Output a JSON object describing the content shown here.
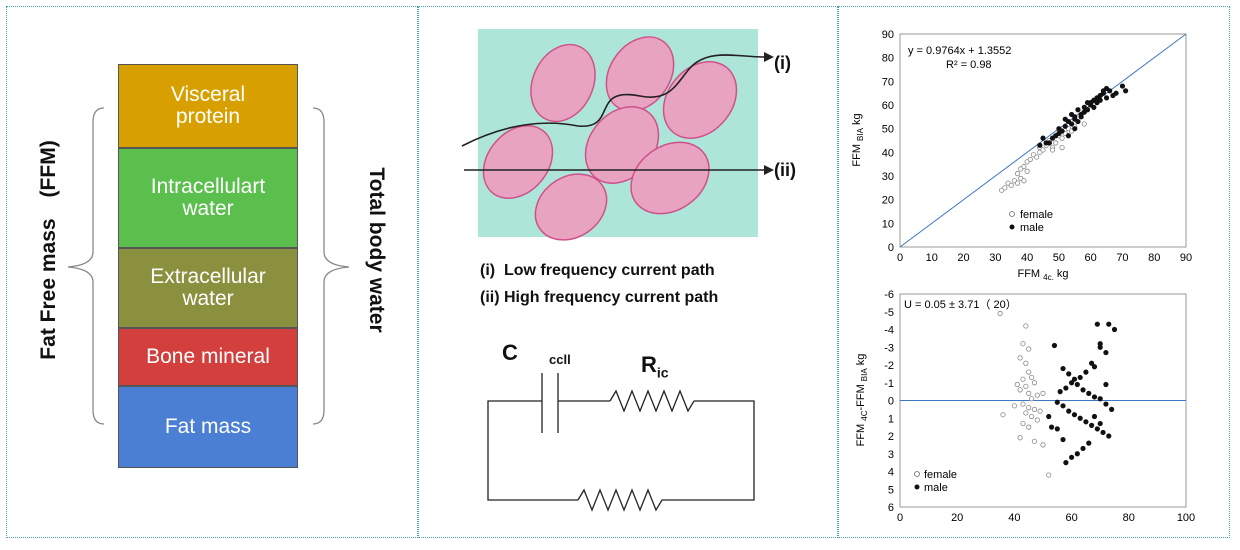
{
  "composition": {
    "ffm_label": "Fat Free mass　(FFM)",
    "tbw_label": "Total body water",
    "blocks": [
      {
        "line1": "Visceral",
        "line2": "protein",
        "color": "#d7a000"
      },
      {
        "line1": "Intracellulart",
        "line2": "water",
        "color": "#5bbf4e"
      },
      {
        "line1": "Extracellular",
        "line2": "water",
        "color": "#8b903e"
      },
      {
        "line1": "Bone mineral",
        "line2": "",
        "color": "#d23f3c"
      },
      {
        "line1": "Fat mass",
        "line2": "",
        "color": "#4a7fd4"
      }
    ]
  },
  "cells": {
    "path1_label": "(i)",
    "path2_label": "(ii)",
    "legend1": "(i)  Low frequency current path",
    "legend2": "(ii) High frequency current path",
    "bg_color": "#ade6d8",
    "cell_color": "#e8a3c0",
    "cell_border": "#d0508c"
  },
  "circuit": {
    "c_label": "C",
    "ccll_label": "ccll",
    "r_label": "R",
    "r_sub": "ic"
  },
  "chart_data": [
    {
      "type": "scatter",
      "xlabel": "FFM",
      "xlabel_sub": "4c.",
      "xlabel_unit": "kg",
      "ylabel": "FFM",
      "ylabel_sub": "BIA",
      "ylabel_unit": "kg",
      "xlim": [
        0,
        90
      ],
      "ylim": [
        0,
        90
      ],
      "xticks": [
        0,
        10,
        20,
        30,
        40,
        50,
        60,
        70,
        80,
        90
      ],
      "yticks": [
        0,
        10,
        20,
        30,
        40,
        50,
        60,
        70,
        80,
        90
      ],
      "equation": "y = 0.9764x + 1.3552",
      "r2": "R² = 0.98",
      "legend_female": "female",
      "legend_male": "male",
      "series": [
        {
          "name": "female",
          "points": [
            [
              32,
              24
            ],
            [
              33,
              25
            ],
            [
              34,
              27
            ],
            [
              35,
              26
            ],
            [
              36,
              28
            ],
            [
              37,
              31
            ],
            [
              38,
              29
            ],
            [
              38,
              33
            ],
            [
              39,
              34
            ],
            [
              40,
              32
            ],
            [
              40,
              36
            ],
            [
              41,
              37
            ],
            [
              42,
              39
            ],
            [
              43,
              38
            ],
            [
              44,
              40
            ],
            [
              44,
              42
            ],
            [
              45,
              41
            ],
            [
              46,
              43
            ],
            [
              47,
              45
            ],
            [
              48,
              42
            ],
            [
              49,
              44
            ],
            [
              50,
              47
            ],
            [
              51,
              46
            ],
            [
              52,
              48
            ],
            [
              53,
              50
            ],
            [
              54,
              49
            ],
            [
              55,
              51
            ],
            [
              58,
              52
            ],
            [
              37,
              27
            ],
            [
              39,
              28
            ],
            [
              48,
              41
            ],
            [
              51,
              42
            ]
          ]
        },
        {
          "name": "male",
          "points": [
            [
              46,
              44
            ],
            [
              48,
              46
            ],
            [
              49,
              47
            ],
            [
              50,
              48
            ],
            [
              50,
              50
            ],
            [
              51,
              49
            ],
            [
              52,
              51
            ],
            [
              53,
              53
            ],
            [
              54,
              52
            ],
            [
              55,
              54
            ],
            [
              55,
              55
            ],
            [
              56,
              53
            ],
            [
              57,
              56
            ],
            [
              58,
              57
            ],
            [
              58,
              59
            ],
            [
              59,
              58
            ],
            [
              60,
              60
            ],
            [
              60,
              61
            ],
            [
              61,
              62
            ],
            [
              62,
              61
            ],
            [
              62,
              63
            ],
            [
              63,
              62
            ],
            [
              63,
              64
            ],
            [
              64,
              65
            ],
            [
              64,
              66
            ],
            [
              65,
              63
            ],
            [
              65,
              67
            ],
            [
              66,
              66
            ],
            [
              67,
              64
            ],
            [
              68,
              65
            ],
            [
              70,
              68
            ],
            [
              71,
              66
            ],
            [
              52,
              54
            ],
            [
              54,
              56
            ],
            [
              56,
              58
            ],
            [
              57,
              55
            ],
            [
              59,
              61
            ],
            [
              61,
              59
            ],
            [
              44,
              43
            ],
            [
              47,
              44
            ],
            [
              45,
              46
            ],
            [
              53,
              47
            ],
            [
              55,
              50
            ]
          ]
        }
      ]
    },
    {
      "type": "scatter",
      "annotation": "U = 0.05 ± 3.71（ 20）",
      "ylabel": "FFM",
      "ylabel_sub1": "4C",
      "ylabel_mid": "-FFM",
      "ylabel_sub2": "BIA",
      "ylabel_unit": "kg",
      "xlim": [
        0,
        100
      ],
      "ylim": [
        -6,
        6
      ],
      "y_inverted": true,
      "xticks": [
        0,
        20,
        40,
        60,
        80,
        100
      ],
      "yticks": [
        -6,
        -5,
        -4,
        -3,
        -2,
        -1,
        0,
        1,
        2,
        3,
        4,
        5,
        6
      ],
      "legend_female": "female",
      "legend_male": "male",
      "series": [
        {
          "name": "female",
          "points": [
            [
              35,
              -4.9
            ],
            [
              44,
              -4.2
            ],
            [
              43,
              -3.2
            ],
            [
              45,
              -2.9
            ],
            [
              42,
              -2.4
            ],
            [
              44,
              -2.1
            ],
            [
              45,
              -1.6
            ],
            [
              46,
              -1.3
            ],
            [
              43,
              -1.2
            ],
            [
              47,
              -1.0
            ],
            [
              44,
              -0.8
            ],
            [
              42,
              -0.6
            ],
            [
              45,
              -0.4
            ],
            [
              48,
              -0.3
            ],
            [
              46,
              -0.1
            ],
            [
              43,
              0.2
            ],
            [
              45,
              0.4
            ],
            [
              47,
              0.5
            ],
            [
              44,
              0.7
            ],
            [
              46,
              0.9
            ],
            [
              48,
              1.1
            ],
            [
              43,
              1.3
            ],
            [
              45,
              1.5
            ],
            [
              42,
              2.1
            ],
            [
              47,
              2.3
            ],
            [
              50,
              2.5
            ],
            [
              52,
              4.2
            ],
            [
              36,
              0.8
            ],
            [
              49,
              0.6
            ],
            [
              50,
              -0.4
            ],
            [
              41,
              -0.9
            ],
            [
              40,
              0.3
            ]
          ]
        },
        {
          "name": "male",
          "points": [
            [
              54,
              -3.1
            ],
            [
              57,
              -1.8
            ],
            [
              59,
              -1.5
            ],
            [
              61,
              -1.2
            ],
            [
              62,
              -0.9
            ],
            [
              64,
              -0.6
            ],
            [
              66,
              -0.4
            ],
            [
              68,
              -0.2
            ],
            [
              70,
              -0.1
            ],
            [
              72,
              0.2
            ],
            [
              74,
              0.5
            ],
            [
              69,
              -4.3
            ],
            [
              73,
              -4.3
            ],
            [
              75,
              -4.0
            ],
            [
              70,
              -3.2
            ],
            [
              70,
              -3.0
            ],
            [
              72,
              -2.7
            ],
            [
              67,
              -2.1
            ],
            [
              68,
              -1.9
            ],
            [
              65,
              -1.6
            ],
            [
              63,
              -1.3
            ],
            [
              60,
              -1.0
            ],
            [
              58,
              -0.7
            ],
            [
              56,
              -0.5
            ],
            [
              55,
              0.1
            ],
            [
              57,
              0.3
            ],
            [
              59,
              0.6
            ],
            [
              61,
              0.8
            ],
            [
              63,
              1.0
            ],
            [
              65,
              1.2
            ],
            [
              67,
              1.4
            ],
            [
              69,
              1.6
            ],
            [
              71,
              1.8
            ],
            [
              73,
              2.0
            ],
            [
              66,
              2.4
            ],
            [
              64,
              2.7
            ],
            [
              62,
              3.0
            ],
            [
              60,
              3.2
            ],
            [
              58,
              3.5
            ],
            [
              68,
              0.9
            ],
            [
              70,
              1.3
            ],
            [
              72,
              -0.9
            ],
            [
              55,
              1.6
            ],
            [
              57,
              2.2
            ],
            [
              53,
              1.5
            ],
            [
              52,
              0.9
            ]
          ]
        }
      ]
    }
  ]
}
